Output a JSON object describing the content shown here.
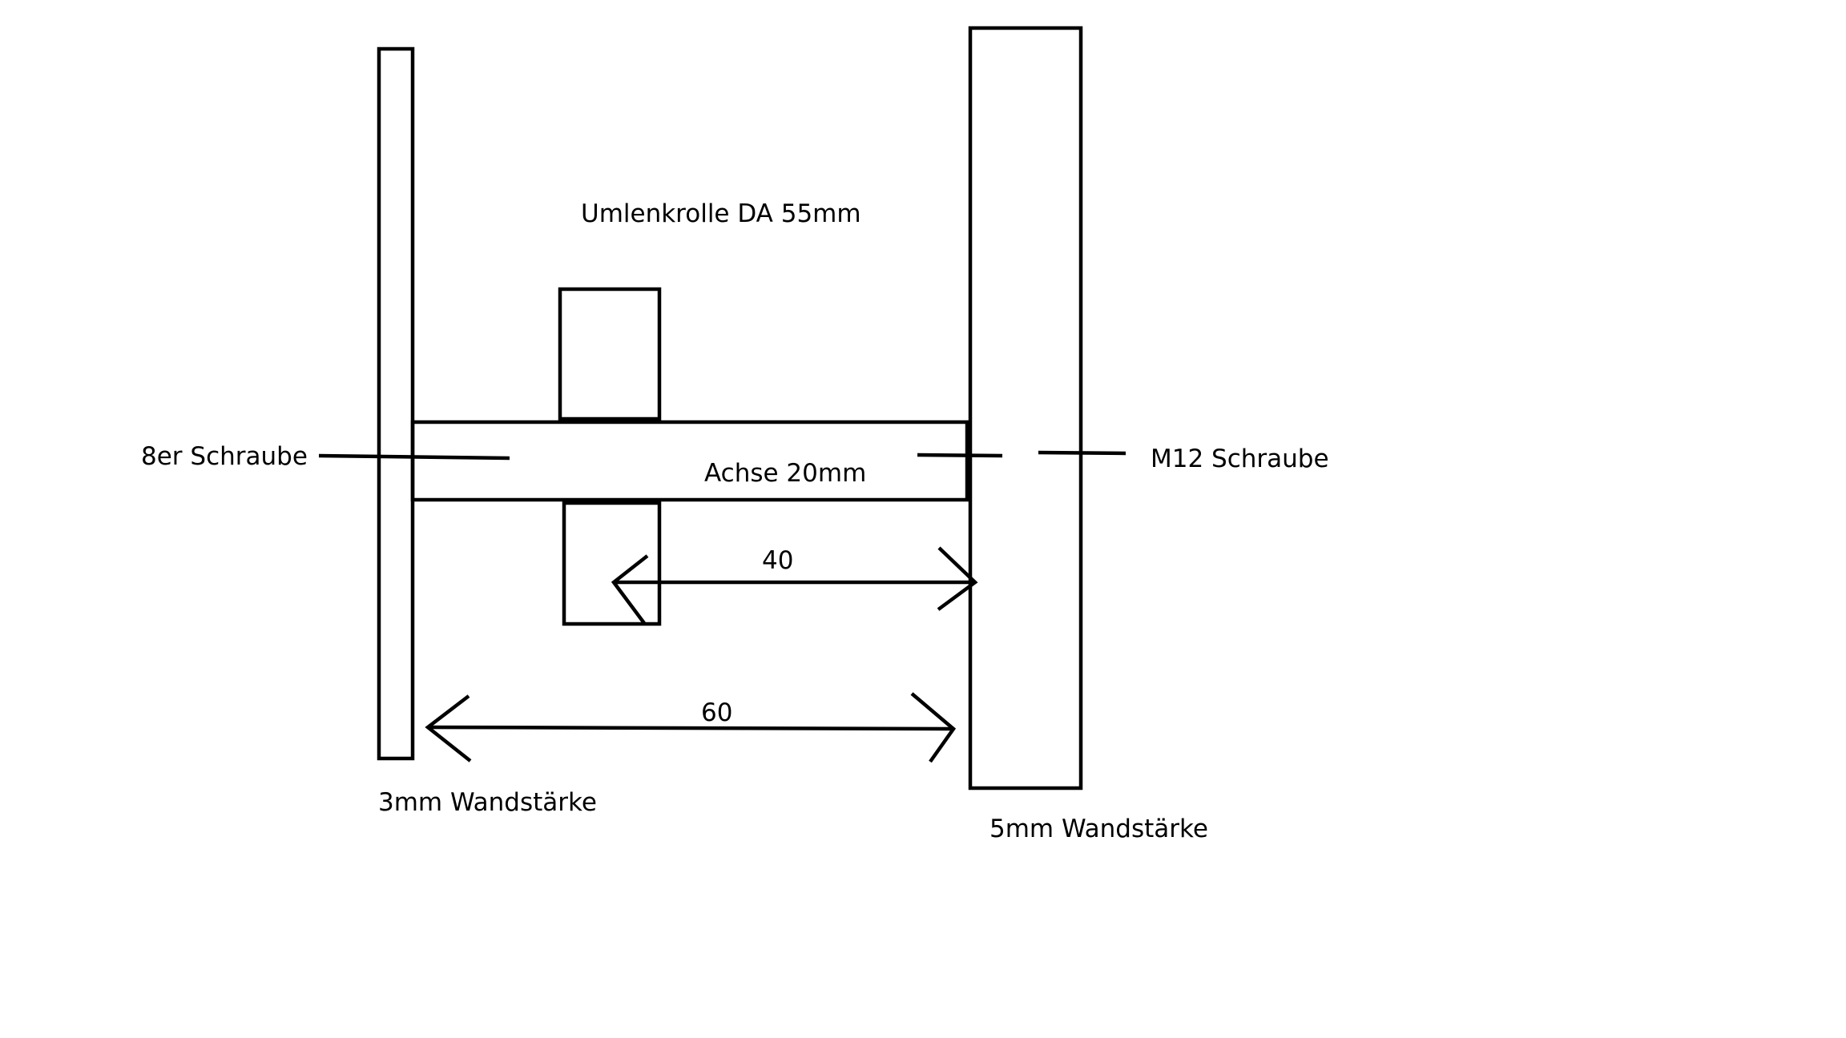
{
  "labels": {
    "pulley": "Umlenkrolle DA 55mm",
    "left_screw": "8er Schraube",
    "axle": "Achse 20mm",
    "right_screw": "M12 Schraube",
    "dim_40": "40",
    "dim_60": "60",
    "left_wall": "3mm Wandstärke",
    "right_wall": "5mm Wandstärke"
  },
  "colors": {
    "stroke": "#000000",
    "background": "#ffffff"
  }
}
